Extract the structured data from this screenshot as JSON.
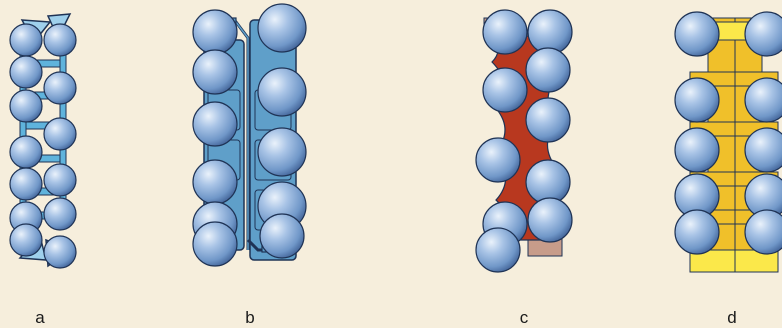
{
  "panels": [
    {
      "id": "a",
      "label": "a"
    },
    {
      "id": "b",
      "label": "b"
    },
    {
      "id": "c",
      "label": "c"
    },
    {
      "id": "d",
      "label": "d"
    }
  ],
  "colors": {
    "background": "#f6eedc",
    "sphere_highlight": "#eaf2fb",
    "sphere_mid": "#8fb0da",
    "sphere_dark": "#3e5f94",
    "sphere_outline": "#1f3355",
    "panel_a_frame": "#5fb3dc",
    "panel_b_plate": "#5f9fc9",
    "panel_c_body": "#b8381f",
    "panel_c_end": "#c79c8a",
    "panel_d_body": "#f0c02a",
    "panel_d_base": "#fbe84a",
    "stroke": "#1f3355"
  }
}
